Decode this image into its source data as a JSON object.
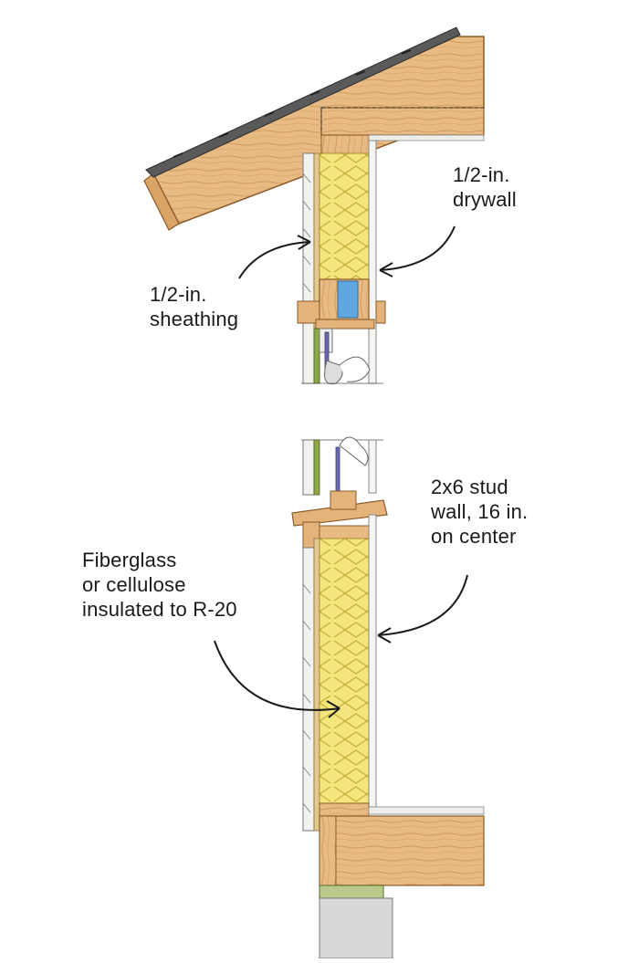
{
  "labels": {
    "drywall": "1/2-in.\ndrywall",
    "sheathing": "1/2-in.\nsheathing",
    "stud_wall": "2x6 stud\nwall, 16 in.\non center",
    "insulation": "Fiberglass\nor cellulose\ninsulated to R-20"
  },
  "colors": {
    "wood": "#e8b77e",
    "wood_dark": "#c98b4d",
    "insulation": "#f3e57a",
    "insulation_line": "#c9b23a",
    "siding": "#f2f2ee",
    "sheathing_green": "#8ea84a",
    "roofing": "#4a4a4a",
    "blue_block": "#5fa7e0",
    "wall_gray": "#d8d8d8"
  }
}
